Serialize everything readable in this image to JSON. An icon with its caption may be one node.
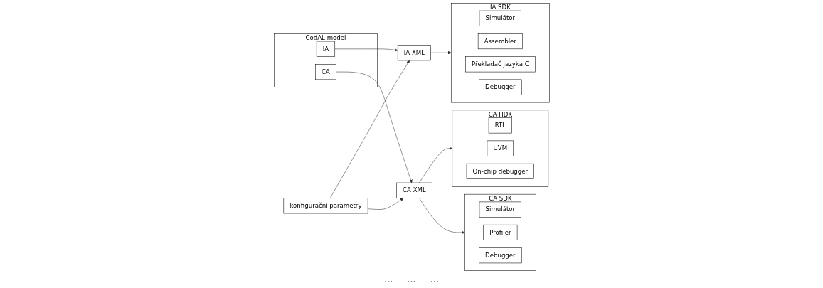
{
  "diagram": {
    "nodes": [
      {
        "text": [
          "IA SDK"
        ]
      },
      {
        "text": [
          "Simulátor"
        ],
        "in": 0
      },
      {
        "text": [
          "Assembler"
        ],
        "in": 0
      },
      {
        "text": [
          "Překladač jazyka C"
        ],
        "in": 0
      },
      {
        "text": [
          "Debugger"
        ],
        "in": 0
      },
      {
        "text": [
          "IA XML"
        ]
      },
      {
        "text": [
          "CodAL model"
        ]
      },
      {
        "text": [
          "IA"
        ],
        "in": 6
      },
      {
        "text": [
          "CA"
        ],
        "in": 6
      },
      {
        "text": [
          "konfigurační parametry"
        ]
      },
      {
        "text": [
          "CA XML"
        ]
      },
      {
        "text": [
          "CA HDK"
        ]
      },
      {
        "text": [
          "RTL"
        ],
        "in": 11
      },
      {
        "text": [
          "UVM"
        ],
        "in": 11
      },
      {
        "text": [
          "On-chip debugger"
        ],
        "in": 11
      },
      {
        "text": [
          "CA SDK"
        ]
      },
      {
        "text": [
          "Simulátor"
        ],
        "in": 15
      },
      {
        "text": [
          "Profiler"
        ],
        "in": 15
      },
      {
        "text": [
          "Debugger"
        ],
        "in": 15
      }
    ],
    "edges": [
      {
        "from": 7,
        "to": 5,
        "arrow": "to"
      },
      {
        "from": 9,
        "to": 5,
        "arrow": "to"
      },
      {
        "from": 8,
        "to": 10,
        "arrow": "to"
      },
      {
        "from": 9,
        "to": 10,
        "arrow": "to"
      },
      {
        "from": 5,
        "to": 0,
        "arrow": "to"
      },
      {
        "from": 10,
        "to": 11,
        "arrow": "to"
      },
      {
        "from": 10,
        "to": 15,
        "arrow": "to"
      }
    ],
    "labels": [
      "...",
      "...",
      "..."
    ]
  }
}
